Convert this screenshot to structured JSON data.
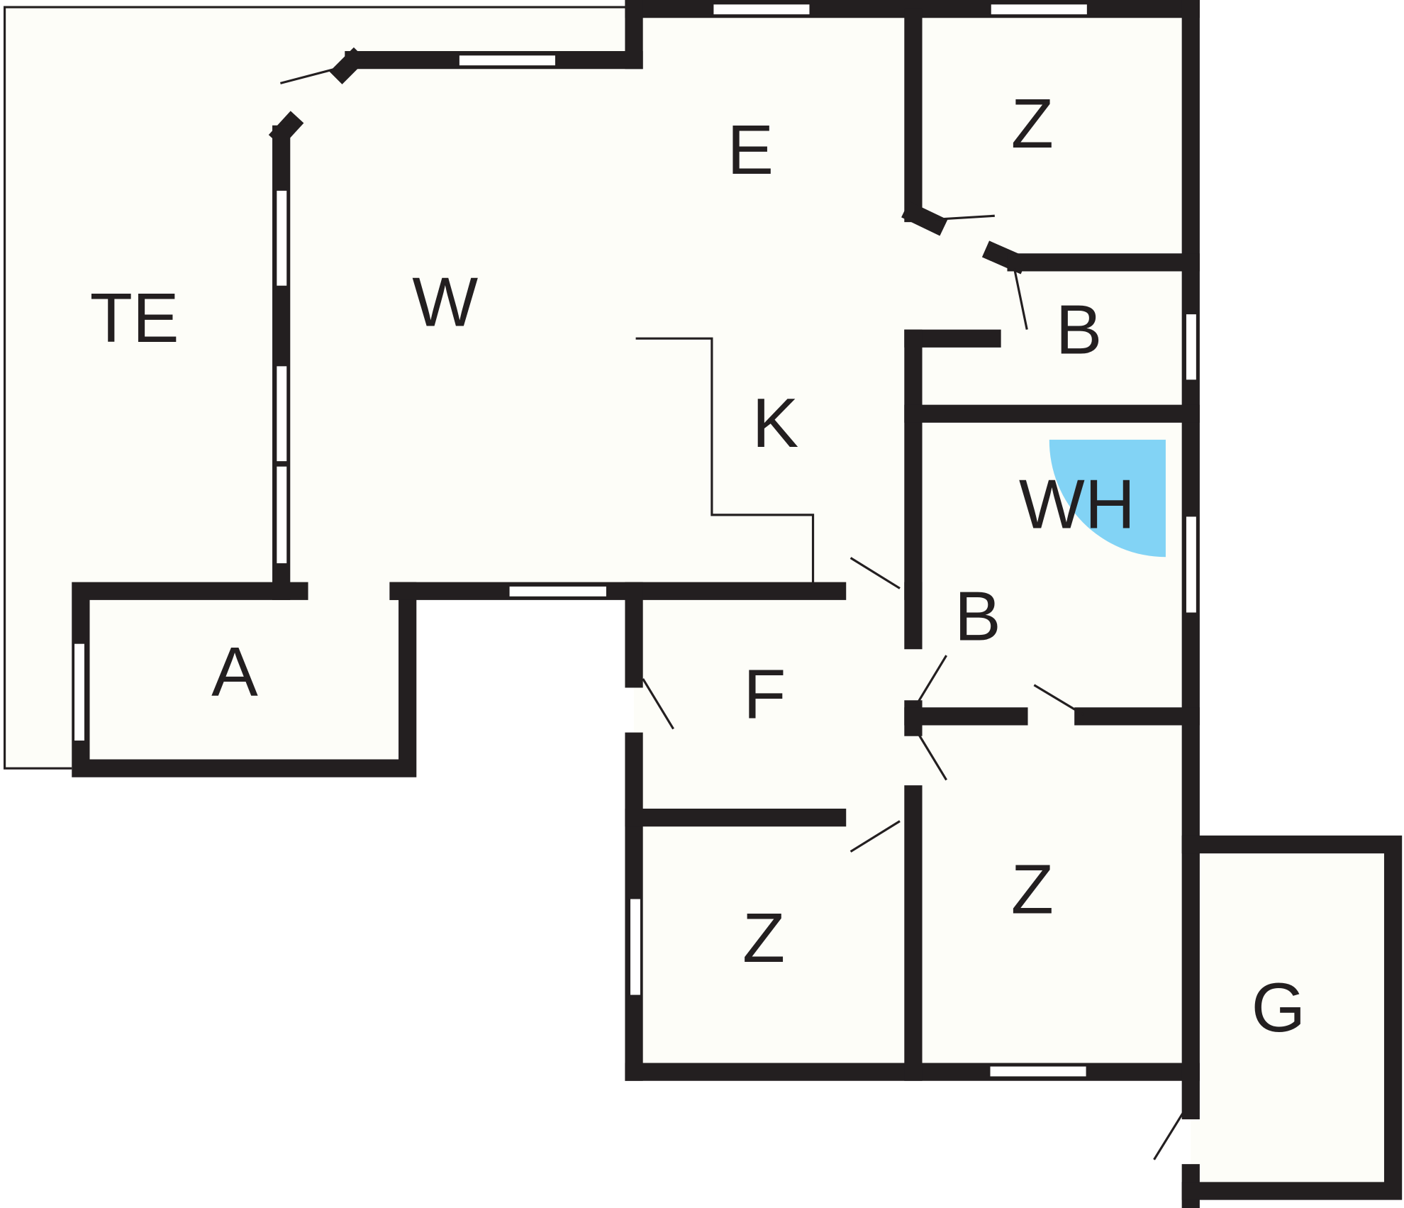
{
  "rooms": [
    {
      "label": "TE"
    },
    {
      "label": "W"
    },
    {
      "label": "E"
    },
    {
      "label": "Z"
    },
    {
      "label": "B"
    },
    {
      "label": "K"
    },
    {
      "label": "WH"
    },
    {
      "label": "B"
    },
    {
      "label": "A"
    },
    {
      "label": "F"
    },
    {
      "label": "Z"
    },
    {
      "label": "Z"
    },
    {
      "label": "G"
    }
  ],
  "colors": {
    "wall": "#231f20",
    "floor": "#fdfdf8",
    "fixture": "#82d3f5"
  }
}
